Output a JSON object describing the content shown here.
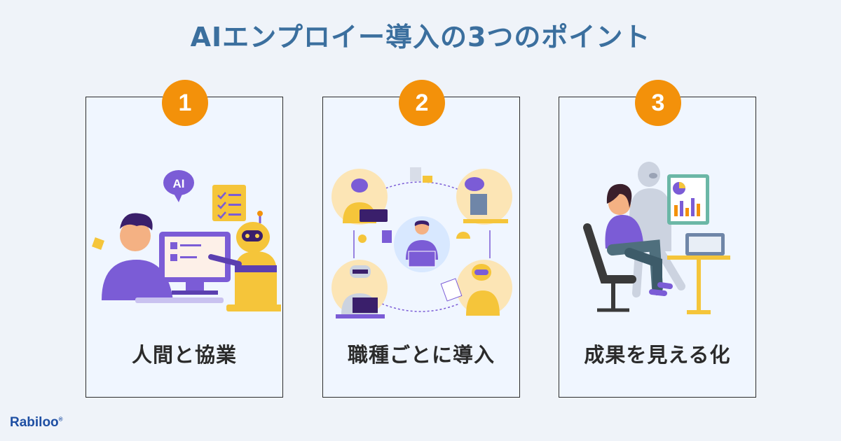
{
  "title": "AIエンプロイー導入の3つのポイント",
  "cards": [
    {
      "number": "1",
      "caption": "人間と協業",
      "illustration": "human-robot-collaboration",
      "bubble_text": "AI"
    },
    {
      "number": "2",
      "caption": "職種ごとに導入",
      "illustration": "role-based-robots"
    },
    {
      "number": "3",
      "caption": "成果を見える化",
      "illustration": "result-visualization"
    }
  ],
  "brand": {
    "name": "Rabiloo",
    "mark": "®"
  },
  "colors": {
    "title": "#3b6f9e",
    "badge": "#f3910a",
    "card_bg": "#f0f6ff",
    "brand": "#1e4fa3",
    "purple": "#7b5cd6",
    "yellow": "#f5c53a"
  }
}
